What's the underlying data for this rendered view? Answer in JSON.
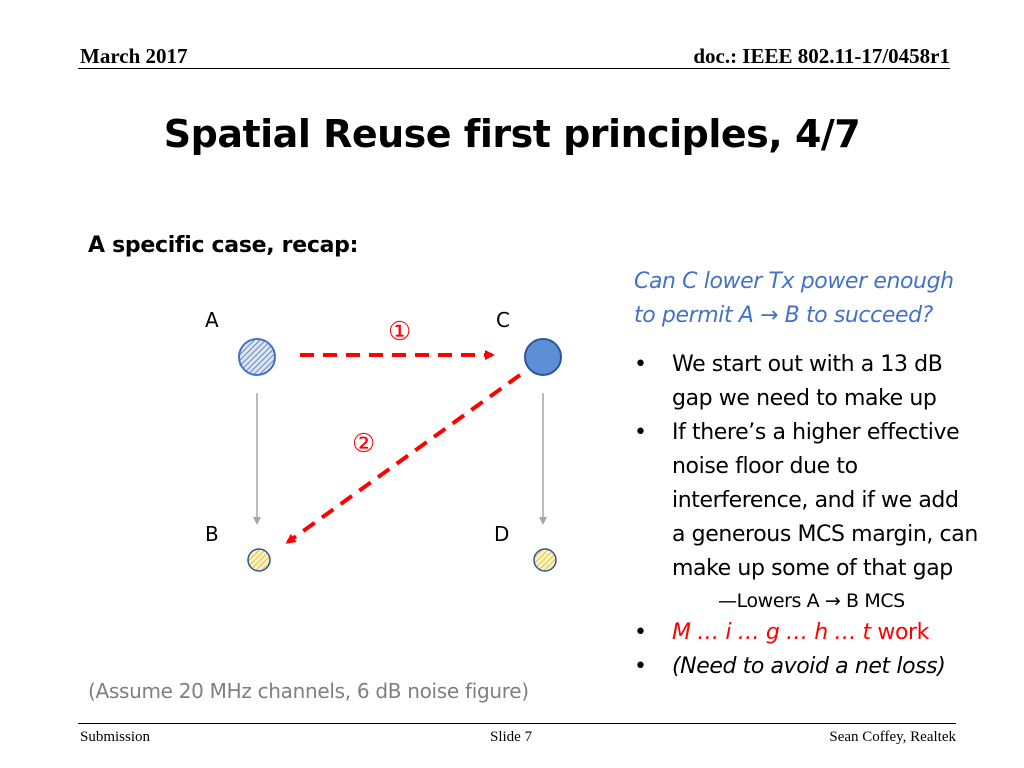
{
  "header": {
    "date": "March 2017",
    "doc": "doc.: IEEE 802.11-17/0458r1"
  },
  "title": "Spatial Reuse first principles, 4/7",
  "subheading": "A specific case, recap:",
  "diagram": {
    "node_a": "A",
    "node_b": "B",
    "node_c": "C",
    "node_d": "D",
    "marker_1": "①",
    "marker_2": "②"
  },
  "question": {
    "line1": "Can C lower Tx power enough",
    "line2": "to permit A → B to succeed?"
  },
  "bullets": [
    {
      "lines": [
        "We start out with a 13 dB",
        "gap we need to make up"
      ]
    },
    {
      "lines": [
        "If there’s a higher effective",
        "noise floor due to",
        "interference, and if we add",
        "a generous MCS margin, can",
        "make up some of that gap"
      ]
    }
  ],
  "subitem": "—Lowers A → B MCS",
  "bullet_red": {
    "italic": "M … i … g … h … t",
    "plain": "work"
  },
  "bullet_last": "(Need to avoid a net loss)",
  "assumption": "(Assume 20 MHz channels, 6 dB noise figure)",
  "footer": {
    "left": "Submission",
    "center": "Slide 7",
    "right": "Sean Coffey, Realtek"
  },
  "colors": {
    "accent_blue": "#4472c4",
    "node_fill": "#5b8fd6",
    "hatch_fill": "#ffe699",
    "arrow_red": "#ff0000"
  }
}
